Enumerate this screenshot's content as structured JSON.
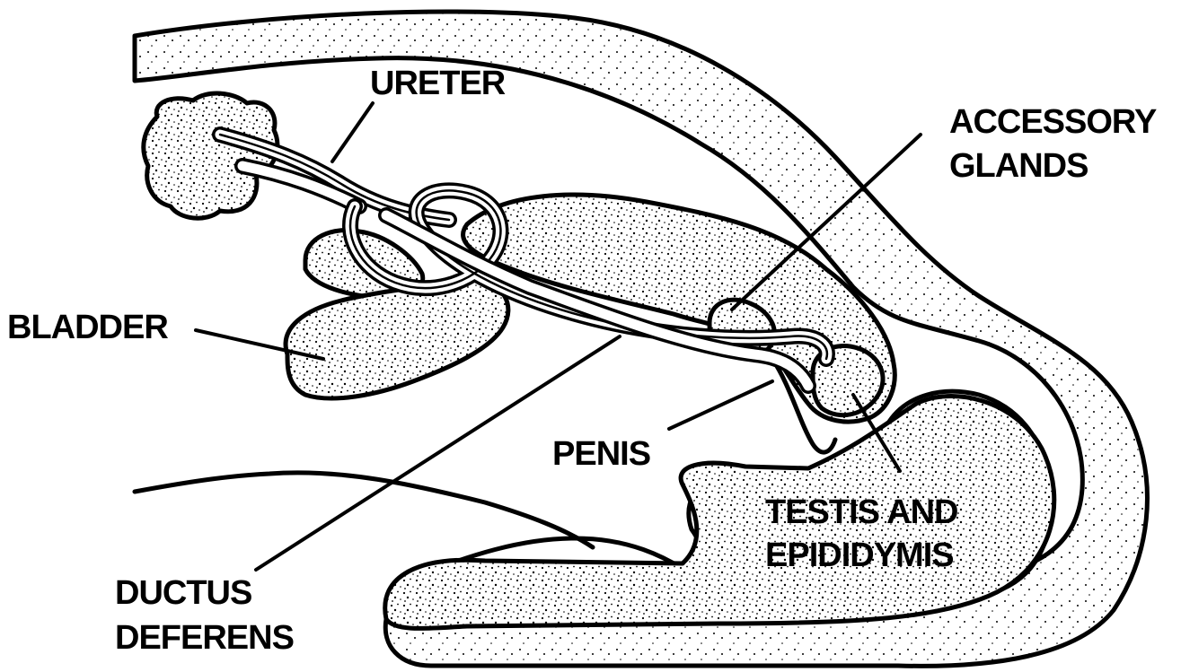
{
  "diagram": {
    "labels": {
      "ureter": "URETER",
      "accessory_glands_line1": "ACCESSORY",
      "accessory_glands_line2": "GLANDS",
      "bladder": "BLADDER",
      "penis": "PENIS",
      "testis_line1": "TESTIS AND",
      "testis_line2": "EPIDIDYMIS",
      "ductus_line1": "DUCTUS",
      "ductus_line2": "DEFERENS"
    },
    "colors": {
      "ink": "#000000",
      "paper": "#ffffff"
    }
  }
}
